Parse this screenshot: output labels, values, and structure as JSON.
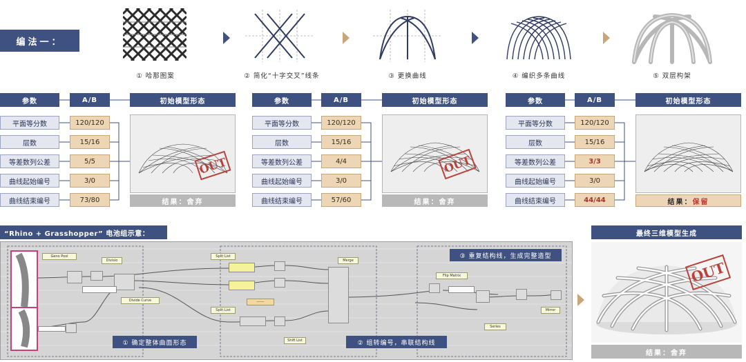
{
  "method_label": "编法一：",
  "steps": [
    {
      "caption": "① 哈那图案"
    },
    {
      "caption": "② 简化“十字交叉”线条"
    },
    {
      "caption": "③ 更换曲线"
    },
    {
      "caption": "④ 编织多条曲线"
    },
    {
      "caption": "⑤ 双层构架"
    }
  ],
  "tables": [
    {
      "header_param": "参数",
      "header_ab": "A/B",
      "header_model": "初始模型形态",
      "params": [
        "平面等分数",
        "层数",
        "等差数列公差",
        "曲线起始编号",
        "曲线结束编号"
      ],
      "values": [
        "120/120",
        "15/16",
        "5/5",
        "3/0",
        "73/80"
      ],
      "result_label": "结果：",
      "result_value": "舍弃",
      "stamp": "OUT"
    },
    {
      "header_param": "参数",
      "header_ab": "A/B",
      "header_model": "初始模型形态",
      "params": [
        "平面等分数",
        "层数",
        "等差数列公差",
        "曲线起始编号",
        "曲线结束编号"
      ],
      "values": [
        "120/120",
        "15/16",
        "4/4",
        "3/0",
        "57/60"
      ],
      "result_label": "结果：",
      "result_value": "舍弃",
      "stamp": "OUT"
    },
    {
      "header_param": "参数",
      "header_ab": "A/B",
      "header_model": "初始模型形态",
      "params": [
        "平面等分数",
        "层数",
        "等差数列公差",
        "曲线起始编号",
        "曲线结束编号"
      ],
      "values": [
        "120/120",
        "15/16",
        "3/3",
        "3/0",
        "44/44"
      ],
      "result_label": "结果：",
      "result_value": "保留"
    }
  ],
  "gh": {
    "title": "“Rhino + Grasshopper” 电池组示意：",
    "labels": [
      "① 确定整体曲面形态",
      "② 组转编号，串联结构线",
      "③ 重复结构线，生成完整造型"
    ],
    "tags": [
      "Geno Pool",
      "Divisio",
      "Divide Curve",
      "Split List",
      "Split List",
      "Merge",
      "Shift List",
      "Flip Matrix",
      "Series",
      "Mirror"
    ],
    "mid_box": "------"
  },
  "final": {
    "title": "最终三维模型生成",
    "result_label": "结果：",
    "result_value": "舍弃",
    "stamp": "OUT"
  },
  "colors": {
    "navy": "#3f5180",
    "tan": "#edd6b6",
    "red": "#b33b30",
    "arrow_tan": "#c9a57a"
  }
}
